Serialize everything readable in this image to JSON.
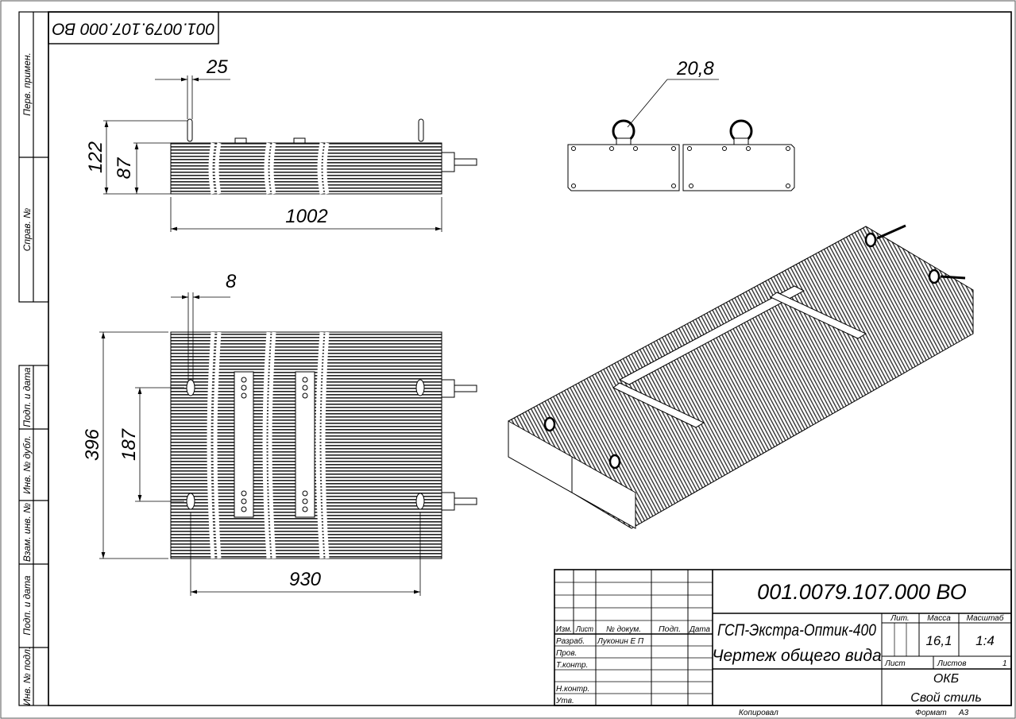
{
  "stamp_code_rotated": "001.0079.107.000 ВО",
  "side_strip": {
    "perv_primen": "Перв. примен.",
    "sprav_no": "Справ. №",
    "podp_data_1": "Подп. и дата",
    "inv_dubl": "Инв. № дубл.",
    "vzam_inv": "Взам. инв. №",
    "podp_data_2": "Подп. и дата",
    "inv_podl": "Инв. № подл."
  },
  "dimensions": {
    "top_view": {
      "lug_offset": "25",
      "height_total": "122",
      "height_body": "87",
      "length": "1002"
    },
    "end_view": {
      "eye_diameter": "20,8"
    },
    "plan_view": {
      "lug_width": "8",
      "width": "396",
      "lug_spacing": "187",
      "lug_distance": "930"
    }
  },
  "title_block": {
    "doc_code": "001.0079.107.000 ВО",
    "product_name": "ГСП-Экстра-Оптик-400",
    "doc_name": "Чертеж общего вида",
    "headers": {
      "izm": "Изм.",
      "list": "Лист",
      "doc_no": "№ докум.",
      "podp": "Подп.",
      "data": "Дата"
    },
    "roles": {
      "razrab": "Разраб.",
      "prov": "Пров.",
      "tkontr": "Т.контр.",
      "nkontr": "Н.контр.",
      "utv": "Утв."
    },
    "developer": "Луконин Е П",
    "lit_label": "Лит.",
    "mass_label": "Масса",
    "scale_label": "Масштаб",
    "mass": "16,1",
    "scale": "1:4",
    "sheet_label": "Лист",
    "sheets_label": "Листов",
    "sheets": "1",
    "org_line1": "ОКБ",
    "org_line2": "Свой стиль",
    "copied": "Копировал",
    "format_label": "Формат",
    "format": "А3"
  }
}
